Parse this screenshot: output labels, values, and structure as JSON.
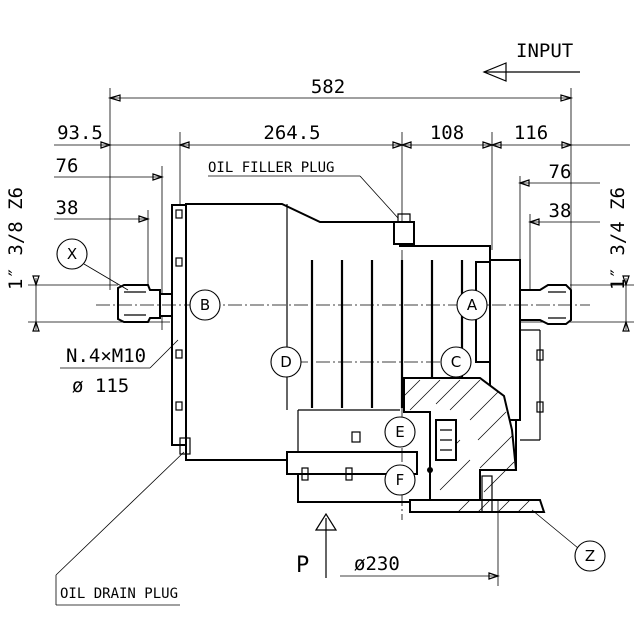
{
  "input_label": "INPUT",
  "dimensions": {
    "overall": "582",
    "left_offset": "93.5",
    "body_length": "264.5",
    "right_mid": "108",
    "right_end": "116",
    "left_76": "76",
    "left_38": "38",
    "right_76": "76",
    "right_38": "38",
    "diameter_230": "ø230"
  },
  "callouts": {
    "oil_filler_plug": "OIL FILLER PLUG",
    "oil_drain_plug": "OIL DRAIN PLUG",
    "bolts": "N.4×M10",
    "bolt_circle": "ø 115",
    "left_thread": "1″ 3/8 Z6",
    "right_thread": "1″ 3/4 Z6",
    "p_label": "P"
  },
  "markers": {
    "x": "X",
    "a": "A",
    "b": "B",
    "c": "C",
    "d": "D",
    "e": "E",
    "f": "F",
    "z": "Z"
  }
}
